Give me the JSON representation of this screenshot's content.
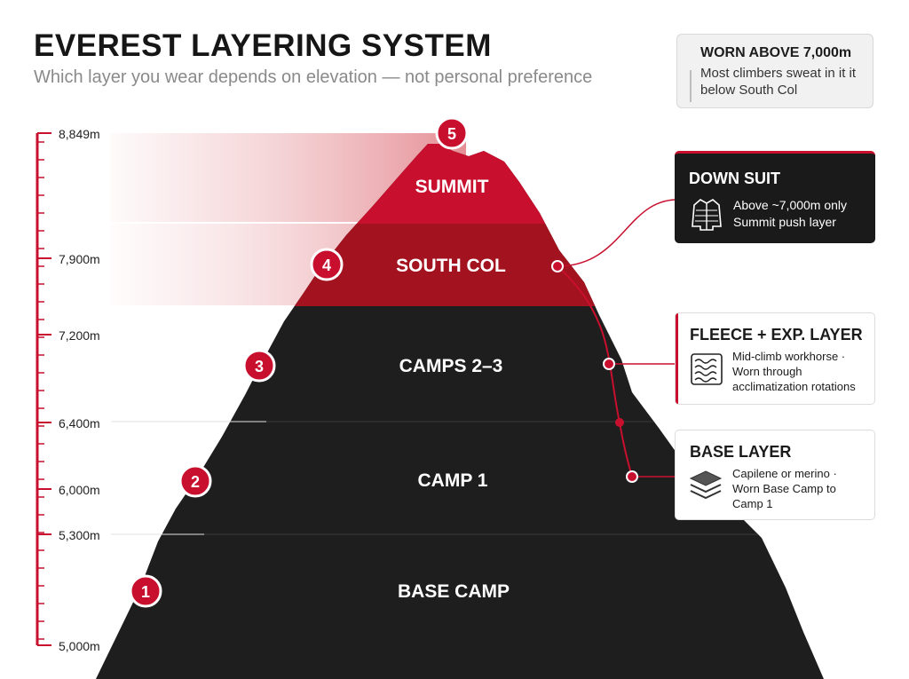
{
  "header": {
    "title": "EVEREST LAYERING SYSTEM",
    "subtitle": "Which layer you wear depends on elevation — not personal preference"
  },
  "note": {
    "title": "WORN ABOVE 7,000m",
    "body": "Most climbers sweat in it it below South Col"
  },
  "axis": {
    "ticks": [
      "8,849m",
      "7,900m",
      "7,200m",
      "6,400m",
      "6,000m",
      "5,300m",
      "5,000m"
    ]
  },
  "zones": [
    {
      "number": "5",
      "label": "SUMMIT"
    },
    {
      "number": "4",
      "label": "SOUTH COL"
    },
    {
      "number": "3",
      "label": "CAMPS 2–3"
    },
    {
      "number": "2",
      "label": "CAMP 1"
    },
    {
      "number": "1",
      "label": "BASE CAMP"
    }
  ],
  "cards": {
    "down_suit": {
      "title": "DOWN SUIT",
      "line1": "Above ~7,000m only",
      "line2": "Summit push layer",
      "icon": "jacket-icon"
    },
    "fleece": {
      "title": "FLEECE + EXP. LAYER",
      "line1": "Mid-climb workhorse ·",
      "line2": "Worn through",
      "line3": "acclimatization rotations",
      "icon": "fleece-icon"
    },
    "base_layer": {
      "title": "BASE LAYER",
      "line1": "Capilene or merino ·",
      "line2": "Worn Base Camp to",
      "line3": "Camp 1",
      "icon": "layers-icon"
    }
  },
  "colors": {
    "accent": "#c8102e",
    "mountain": "#1e1e1e",
    "deep_red": "#a3121f"
  }
}
